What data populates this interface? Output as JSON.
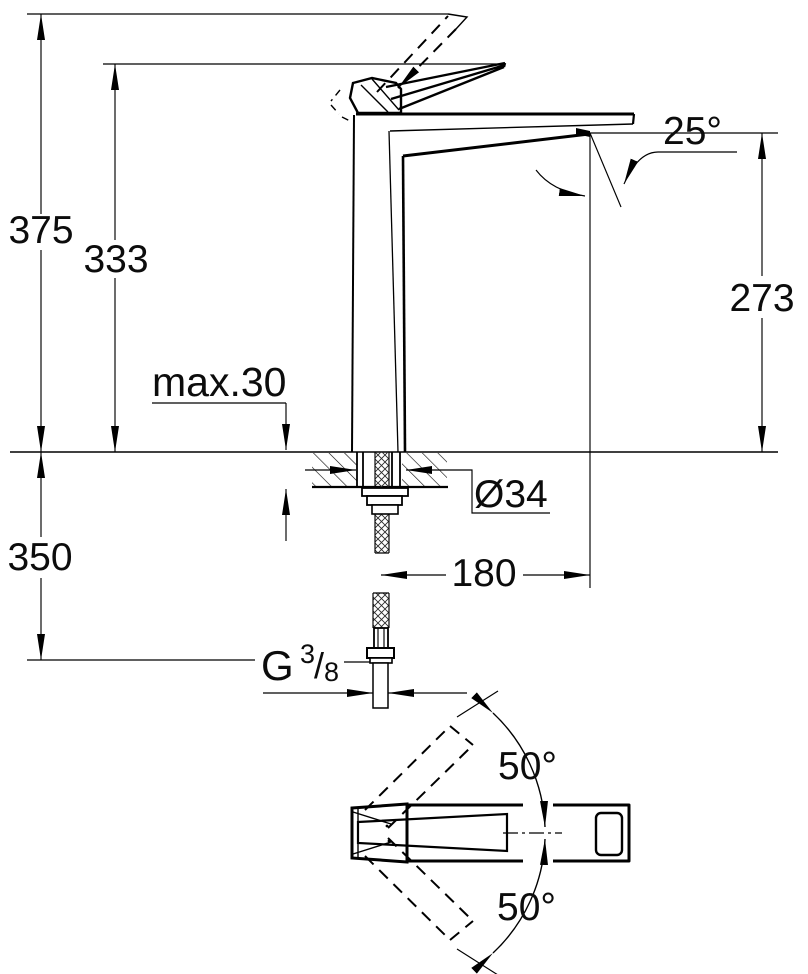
{
  "colors": {
    "background": "#ffffff",
    "ink": "#000000"
  },
  "drawing": {
    "kind": "technical-dimension-drawing",
    "subject": "single-lever tall basin mixer faucet, front elevation and plan view",
    "front_view": {
      "height_total_label": "375",
      "lever_height_label": "333",
      "spout_height_label": "273",
      "spout_reach_label": "180",
      "hose_length_label": "350",
      "deck_thickness_label": "max.30",
      "hole_diameter_label": "Ø34",
      "spout_angle_label": "25°"
    },
    "plan_view": {
      "swing_up_label": "50°",
      "swing_down_label": "50°"
    },
    "connection": {
      "g": "G",
      "numerator": "3",
      "slash": "/",
      "denominator": "8"
    }
  }
}
